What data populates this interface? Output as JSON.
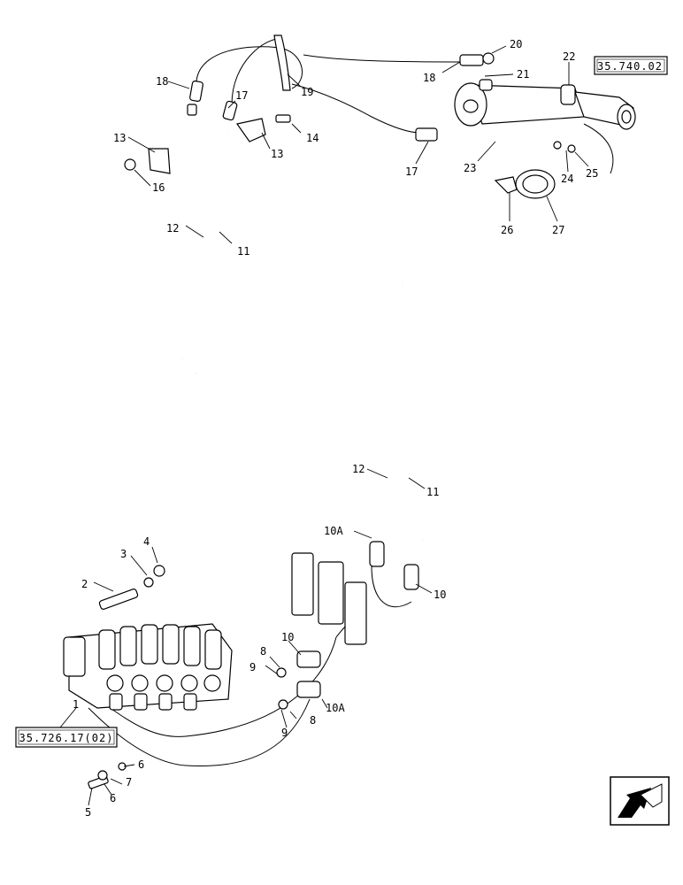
{
  "references": {
    "cylinder": "35.740.02",
    "valve": "35.726.17(02)"
  },
  "callouts": {
    "c1": "1",
    "c2": "2",
    "c3": "3",
    "c4": "4",
    "c5": "5",
    "c6a": "6",
    "c6b": "6",
    "c7": "7",
    "c8a": "8",
    "c8b": "8",
    "c9a": "9",
    "c9b": "9",
    "c10a": "10",
    "c10b": "10",
    "c10Aa": "10A",
    "c10Ab": "10A",
    "c11a": "11",
    "c11b": "11",
    "c12a": "12",
    "c12b": "12",
    "c13a": "13",
    "c13b": "13",
    "c14": "14",
    "c16": "16",
    "c17a": "17",
    "c17b": "17",
    "c18a": "18",
    "c18b": "18",
    "c19": "19",
    "c20": "20",
    "c21": "21",
    "c22": "22",
    "c23": "23",
    "c24": "24",
    "c25": "25",
    "c26": "26",
    "c27": "27"
  },
  "icons": {
    "corner": "arrow-icon"
  }
}
